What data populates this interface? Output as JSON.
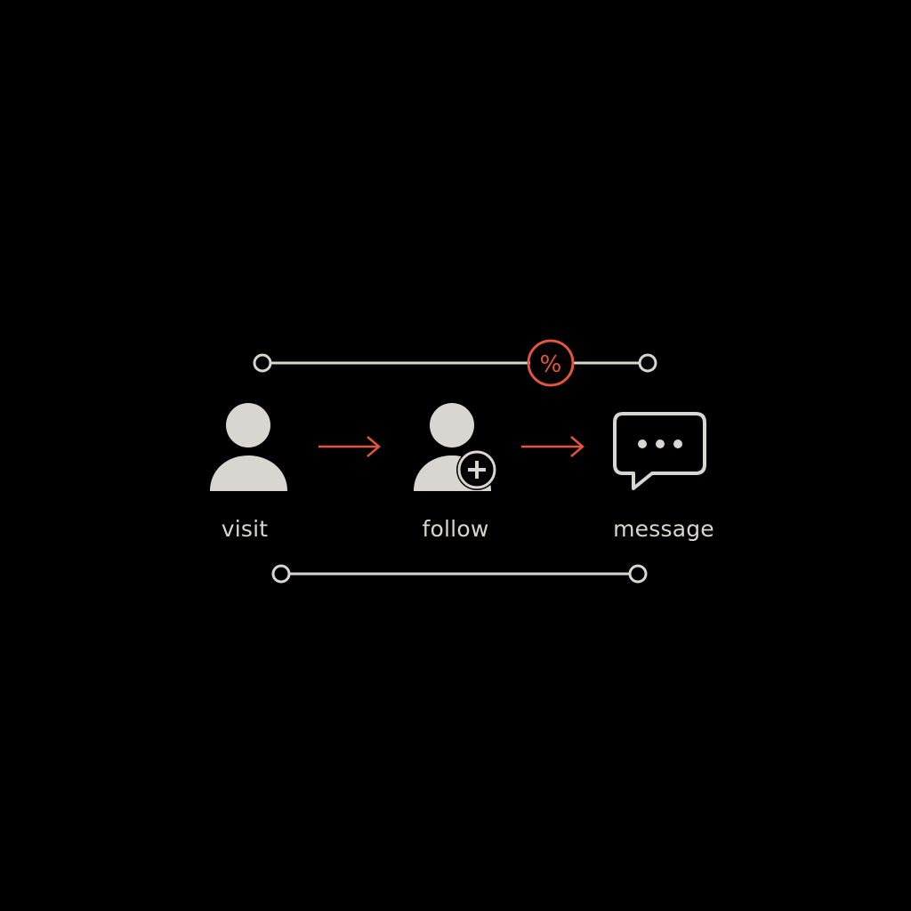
{
  "colors": {
    "background": "#000000",
    "foreground": "#d8d6d1",
    "accent": "#e2553f"
  },
  "top_line": {
    "badge_symbol": "%",
    "badge_icon": "percent-icon"
  },
  "steps": [
    {
      "label": "visit",
      "icon": "user-icon"
    },
    {
      "label": "follow",
      "icon": "user-add-icon"
    },
    {
      "label": "message",
      "icon": "chat-bubble-icon"
    }
  ],
  "arrows": [
    {
      "from": "visit",
      "to": "follow"
    },
    {
      "from": "follow",
      "to": "message"
    }
  ]
}
